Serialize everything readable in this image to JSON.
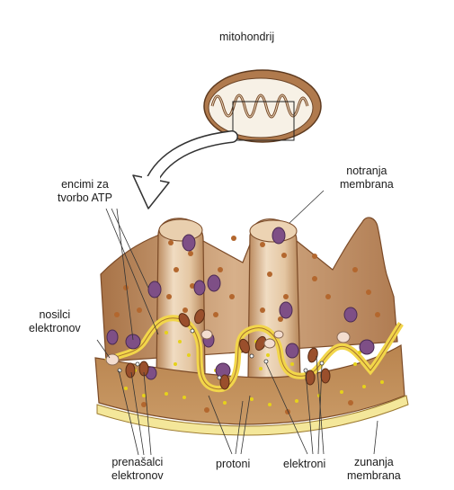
{
  "labels": {
    "mitochondrion": "mitohondrij",
    "atp_enzymes": [
      "encimi za",
      "tvorbo ATP"
    ],
    "inner_membrane": [
      "notranja",
      "membrana"
    ],
    "electron_carriers": [
      "nosilci",
      "elektronov"
    ],
    "electron_transporters": [
      "prenašalci",
      "elektronov"
    ],
    "protons": "protoni",
    "electrons": "elektroni",
    "outer_membrane": [
      "zunanja",
      "membrana"
    ]
  },
  "colors": {
    "membrane_tan": "#c89a6c",
    "membrane_dark": "#8a5a34",
    "outer_membrane_yellow": "#f4e79a",
    "matrix_yellow": "#f2d64a",
    "enzyme_purple": "#7e4f86",
    "carrier_brown": "#9a4f2c",
    "proton_dot": "#e6d21a",
    "dot_brown": "#b3672e"
  }
}
